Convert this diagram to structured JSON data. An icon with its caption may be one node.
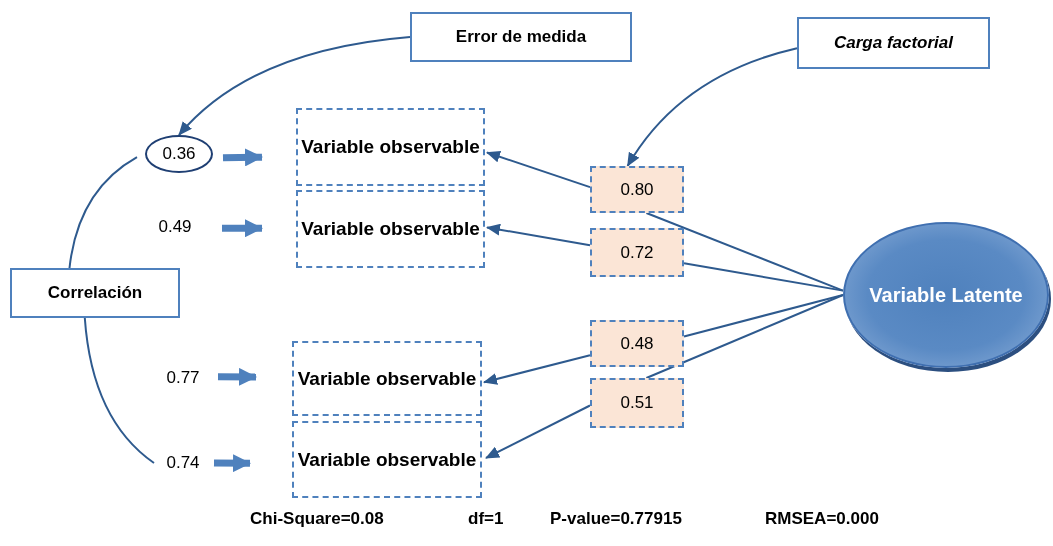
{
  "diagram": {
    "nodes": [
      {
        "text": [
          "Error de medida"
        ]
      },
      {
        "text": [
          "Carga factorial"
        ]
      },
      {
        "text": [
          "0.36"
        ]
      },
      {
        "text": [
          "Variable observable"
        ]
      },
      {
        "text": [
          "0.80"
        ]
      },
      {
        "text": [
          "0.49"
        ]
      },
      {
        "text": [
          "Variable observable"
        ]
      },
      {
        "text": [
          "0.72"
        ]
      },
      {
        "text": [
          "Variable Latente"
        ]
      },
      {
        "text": [
          "Correlación"
        ]
      },
      {
        "text": [
          "0.48"
        ]
      },
      {
        "text": [
          "0.77"
        ]
      },
      {
        "text": [
          "Variable observable"
        ]
      },
      {
        "text": [
          "0.51"
        ]
      },
      {
        "text": [
          "0.74"
        ]
      },
      {
        "text": [
          "Variable observable"
        ]
      }
    ],
    "edges": [
      {
        "from": 0,
        "to": 2,
        "arrow": "to"
      },
      {
        "from": 1,
        "to": 4,
        "arrow": "to"
      },
      {
        "from": 2,
        "to": 3,
        "arrow": "to",
        "style": "thick",
        "color": "#4f81bd"
      },
      {
        "from": 5,
        "to": 6,
        "arrow": "to",
        "style": "thick",
        "color": "#4f81bd"
      },
      {
        "from": 11,
        "to": 12,
        "arrow": "to",
        "style": "thick",
        "color": "#4f81bd"
      },
      {
        "from": 14,
        "to": 15,
        "arrow": "to",
        "style": "thick",
        "color": "#4f81bd"
      },
      {
        "from": 8,
        "to": 4,
        "arrow": "none"
      },
      {
        "from": 4,
        "to": 3,
        "arrow": "to"
      },
      {
        "from": 8,
        "to": 7,
        "arrow": "none"
      },
      {
        "from": 7,
        "to": 6,
        "arrow": "to"
      },
      {
        "from": 8,
        "to": 10,
        "arrow": "none"
      },
      {
        "from": 10,
        "to": 12,
        "arrow": "to"
      },
      {
        "from": 8,
        "to": 13,
        "arrow": "none"
      },
      {
        "from": 13,
        "to": 15,
        "arrow": "to"
      },
      {
        "from": 9,
        "to": 2,
        "arrow": "none"
      },
      {
        "from": 9,
        "to": 14,
        "arrow": "none"
      }
    ],
    "labels": [
      "Chi-Square=0.08",
      "df=1",
      "P-value=0.77915",
      "RMSEA=0.000"
    ]
  }
}
